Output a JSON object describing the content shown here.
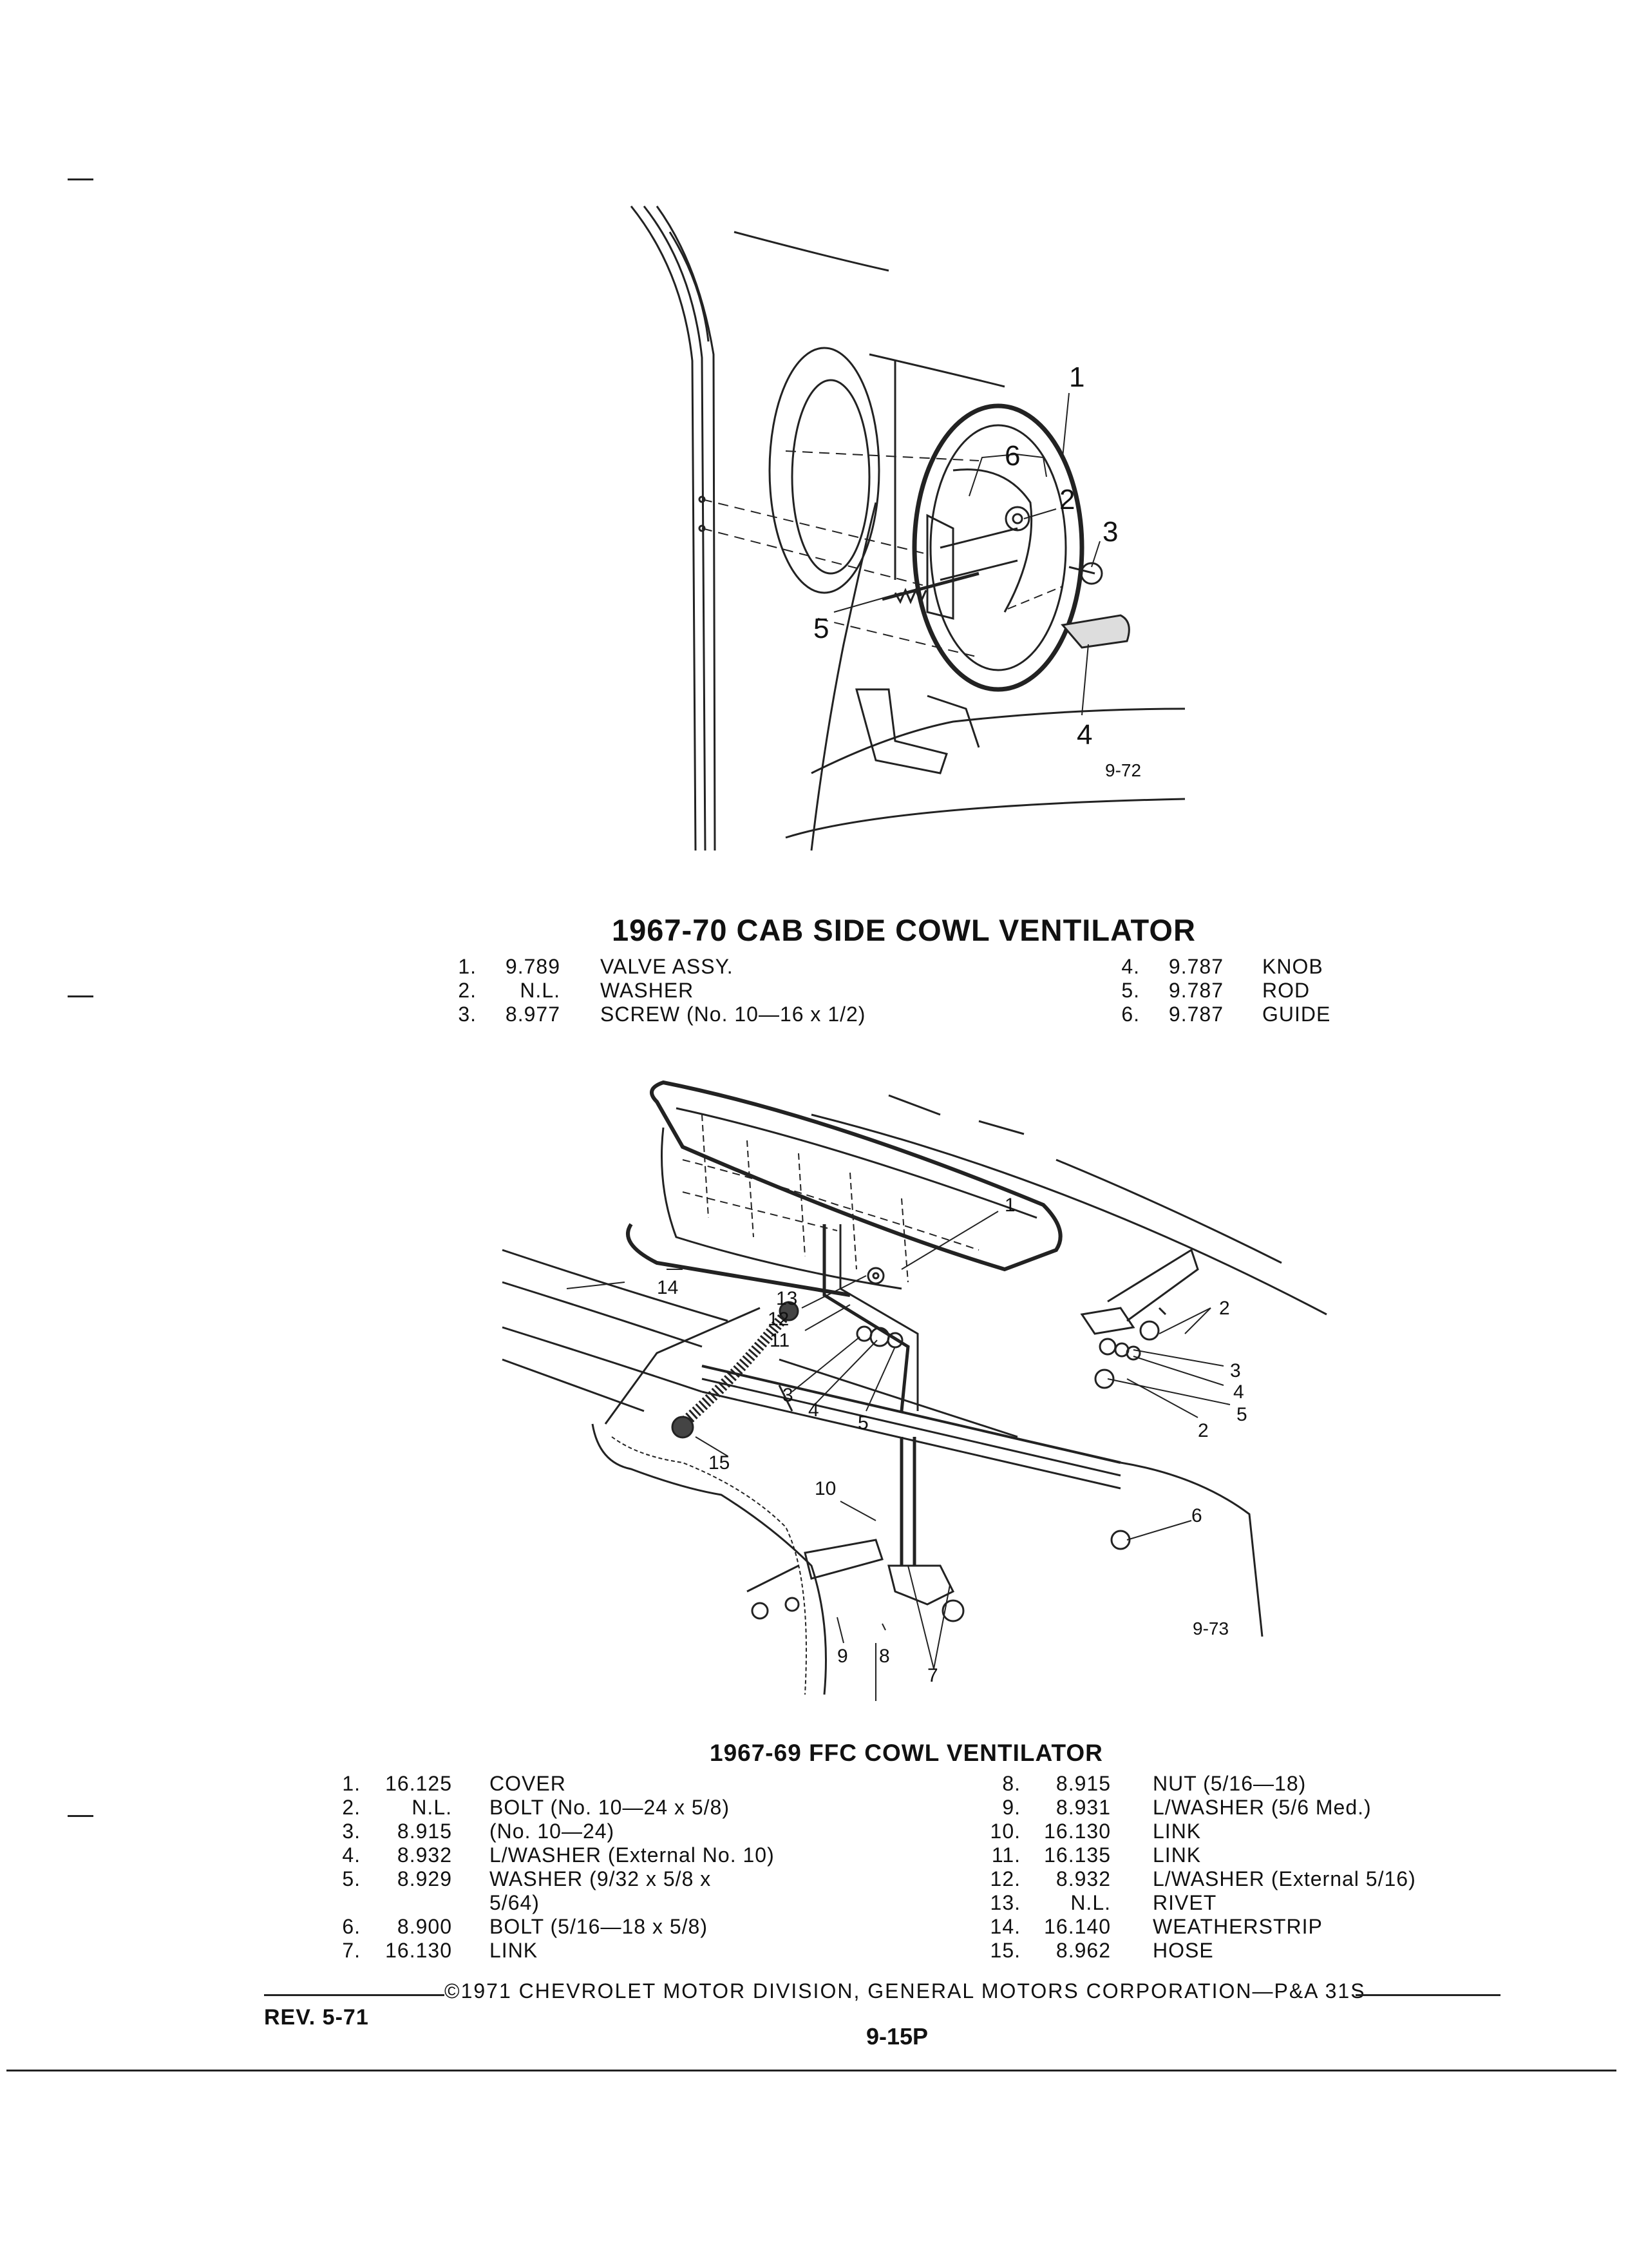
{
  "figures": {
    "top": {
      "figure_number": "9-72",
      "callouts": [
        "1",
        "2",
        "3",
        "4",
        "5",
        "6"
      ]
    },
    "bottom": {
      "figure_number": "9-73",
      "callouts": [
        "1",
        "2",
        "3",
        "4",
        "5",
        "2",
        "3",
        "4",
        "5",
        "6",
        "7",
        "8",
        "9",
        "10",
        "11",
        "12",
        "13",
        "14",
        "15"
      ]
    }
  },
  "section1": {
    "title": "1967-70 CAB SIDE COWL VENTILATOR",
    "parts_left": [
      {
        "n": "1.",
        "code": "9.789",
        "desc": "VALVE ASSY."
      },
      {
        "n": "2.",
        "code": "N.L.",
        "desc": "WASHER"
      },
      {
        "n": "3.",
        "code": "8.977",
        "desc": "SCREW (No. 10—16 x 1/2)"
      }
    ],
    "parts_right": [
      {
        "n": "4.",
        "code": "9.787",
        "desc": "KNOB"
      },
      {
        "n": "5.",
        "code": "9.787",
        "desc": "ROD"
      },
      {
        "n": "6.",
        "code": "9.787",
        "desc": "GUIDE"
      }
    ]
  },
  "section2": {
    "title": "1967-69 FFC COWL VENTILATOR",
    "parts_left": [
      {
        "n": "1.",
        "code": "16.125",
        "desc": "COVER"
      },
      {
        "n": "2.",
        "code": "N.L.",
        "desc": "BOLT (No. 10—24 x 5/8)"
      },
      {
        "n": "3.",
        "code": "8.915",
        "desc": "(No. 10—24)"
      },
      {
        "n": "4.",
        "code": "8.932",
        "desc": "L/WASHER (External No. 10)"
      },
      {
        "n": "5.",
        "code": "8.929",
        "desc": "WASHER (9/32 x 5/8 x"
      },
      {
        "n": "",
        "code": "",
        "desc": "5/64)"
      },
      {
        "n": "6.",
        "code": "8.900",
        "desc": "BOLT (5/16—18 x 5/8)"
      },
      {
        "n": "7.",
        "code": "16.130",
        "desc": "LINK"
      }
    ],
    "parts_right": [
      {
        "n": "8.",
        "code": "8.915",
        "desc": "NUT (5/16—18)"
      },
      {
        "n": "9.",
        "code": "8.931",
        "desc": "L/WASHER (5/6 Med.)"
      },
      {
        "n": "10.",
        "code": "16.130",
        "desc": "LINK"
      },
      {
        "n": "11.",
        "code": "16.135",
        "desc": "LINK"
      },
      {
        "n": "12.",
        "code": "8.932",
        "desc": "L/WASHER (External 5/16)"
      },
      {
        "n": "13.",
        "code": "N.L.",
        "desc": "RIVET"
      },
      {
        "n": "14.",
        "code": "16.140",
        "desc": "WEATHERSTRIP"
      },
      {
        "n": "15.",
        "code": "8.962",
        "desc": "HOSE"
      }
    ]
  },
  "footer": {
    "copyright": "©1971 CHEVROLET MOTOR DIVISION, GENERAL MOTORS CORPORATION—P&A 31S",
    "revision": "REV. 5-71",
    "page_number": "9-15P"
  }
}
